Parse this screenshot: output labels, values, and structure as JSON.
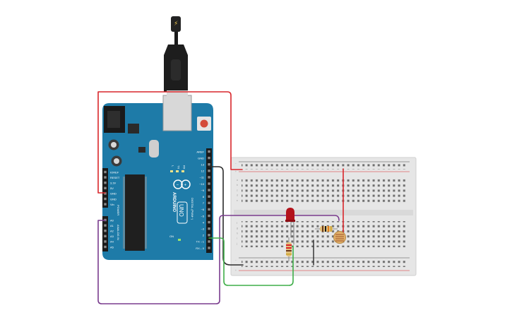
{
  "board": {
    "brand": "ARDUINO",
    "model": "UNO",
    "power_pins": [
      "IOREF",
      "RESET",
      "3.3V",
      "5V",
      "GND",
      "GND",
      "Vin"
    ],
    "power_header": "POWER",
    "analog_pins": [
      "A0",
      "A1",
      "A2",
      "A3",
      "A4",
      "A5"
    ],
    "analog_header": "ANALOG IN",
    "digital_pins": [
      "AREF",
      "GND",
      "13",
      "12",
      "~11",
      "~10",
      "~9",
      "8",
      "7",
      "~6",
      "~5",
      "4",
      "~3",
      "2",
      "TX→1",
      "RX←0"
    ],
    "digital_header": "DIGITAL (PWM~)",
    "leds": [
      "L",
      "TX",
      "RX"
    ],
    "on_label": "ON"
  },
  "usb": {
    "icon": "usb-icon",
    "glyph": "⚡"
  },
  "breadboard": {
    "row_letters": [
      "a",
      "b",
      "c",
      "d",
      "e",
      "f",
      "g",
      "h",
      "i",
      "j"
    ],
    "columns": 30,
    "rail_plus": "+",
    "rail_minus": "−"
  },
  "components": [
    "led-red",
    "resistor-220",
    "resistor-10k",
    "photoresistor"
  ],
  "colors": {
    "board": "#1e7ba8",
    "wire_red": "#d9262b",
    "wire_purple": "#7a3c8e",
    "wire_green": "#3fae49",
    "wire_black": "#2b2b2b",
    "breadboard": "#e8e8e8",
    "led": "#b3121b"
  }
}
